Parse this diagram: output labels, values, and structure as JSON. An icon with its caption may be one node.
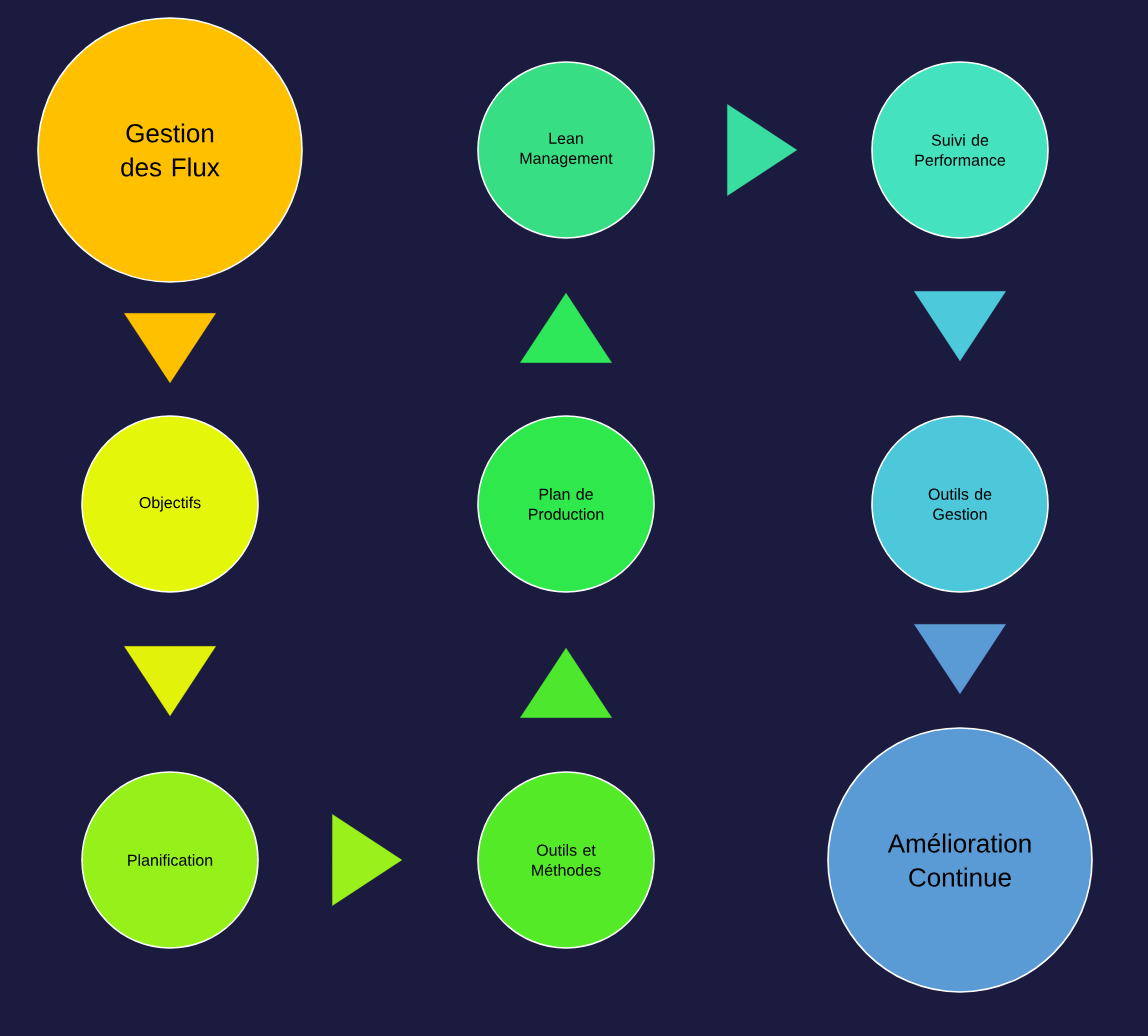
{
  "diagram": {
    "nodes": [
      {
        "text": [
          "Gestion des Flux"
        ]
      },
      {
        "text": [
          "Objectifs"
        ]
      },
      {
        "text": [
          "Planification"
        ]
      },
      {
        "text": [
          "Outils et Méthodes"
        ]
      },
      {
        "text": [
          "Plan de Production"
        ]
      },
      {
        "text": [
          "Lean Management"
        ]
      },
      {
        "text": [
          "Suivi de Performance"
        ]
      },
      {
        "text": [
          "Outils de Gestion"
        ]
      },
      {
        "text": [
          "Amélioration Continue"
        ]
      }
    ],
    "edges": [
      {
        "from": 0,
        "to": 1,
        "arrow": "to",
        "color": "#ffc000"
      },
      {
        "from": 1,
        "to": 2,
        "arrow": "to",
        "color": "#e2f20a"
      },
      {
        "from": 2,
        "to": 3,
        "arrow": "to",
        "color": "#99f01a"
      },
      {
        "from": 3,
        "to": 4,
        "arrow": "to",
        "color": "#4de82e"
      },
      {
        "from": 4,
        "to": 5,
        "arrow": "to",
        "color": "#2ee85a"
      },
      {
        "from": 5,
        "to": 6,
        "arrow": "to",
        "color": "#3adda0"
      },
      {
        "from": 6,
        "to": 7,
        "arrow": "to",
        "color": "#4ccadc"
      },
      {
        "from": 7,
        "to": 8,
        "arrow": "to",
        "color": "#5b9bd5"
      }
    ]
  }
}
